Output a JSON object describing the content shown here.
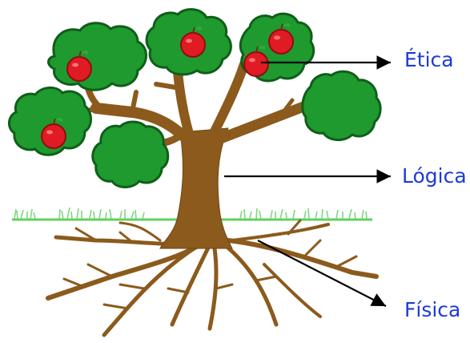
{
  "colors": {
    "trunk": "#8b5a1c",
    "trunk_dark": "#6f4613",
    "foliage": "#1f9a2e",
    "foliage_dark": "#0f5e1a",
    "apple": "#e01b24",
    "apple_dark": "#8e0d12",
    "leaf": "#2fa83c",
    "grass": "#5fd15f",
    "label": "#1d3bd6",
    "arrow": "#000000"
  },
  "labels": {
    "ethics": "Ética",
    "logic": "Lógica",
    "physics": "Física"
  }
}
